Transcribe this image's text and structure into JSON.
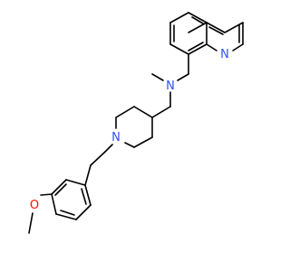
{
  "molecule": {
    "atom_labels": {
      "quinoline_n": "N",
      "amine_n": "N",
      "piperidine_n": "N",
      "methoxy_o": "O"
    },
    "colors": {
      "bond": "#000000",
      "nitrogen": "#3050F8",
      "oxygen": "#FF0D0D",
      "background": "#ffffff"
    }
  }
}
